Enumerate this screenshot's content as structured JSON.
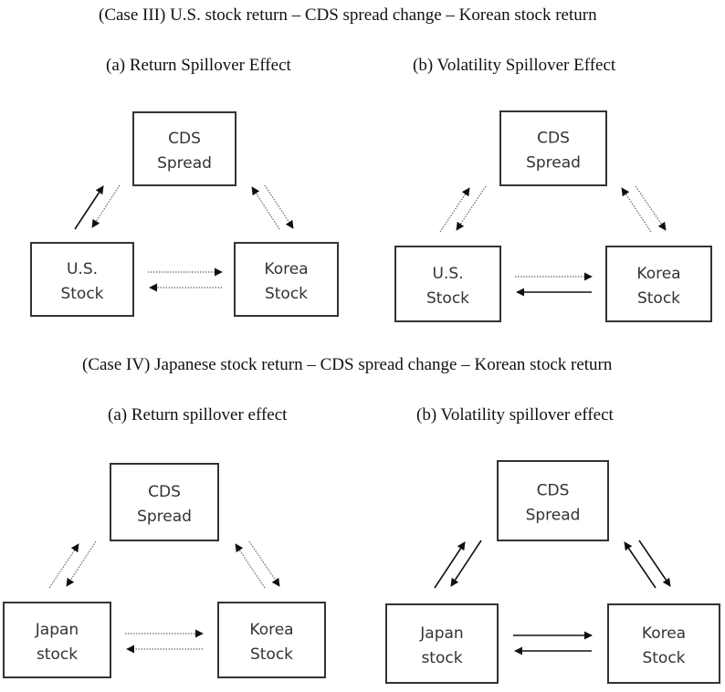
{
  "case3": {
    "title": "(Case III) U.S. stock return – CDS spread change – Korean stock return",
    "a": {
      "subtitle": "(a) Return Spillover Effect",
      "nodes": {
        "cds": [
          "CDS",
          "Spread"
        ],
        "left": [
          "U.S.",
          "Stock"
        ],
        "right": [
          "Korea",
          "Stock"
        ]
      },
      "edges": {
        "left_to_cds": "solid",
        "cds_to_left": "dotted",
        "right_to_cds": "dotted",
        "cds_to_right": "dotted",
        "left_to_right": "dotted",
        "right_to_left": "dotted"
      }
    },
    "b": {
      "subtitle": "(b) Volatility Spillover Effect",
      "nodes": {
        "cds": [
          "CDS",
          "Spread"
        ],
        "left": [
          "U.S.",
          "Stock"
        ],
        "right": [
          "Korea",
          "Stock"
        ]
      },
      "edges": {
        "left_to_cds": "dotted",
        "cds_to_left": "dotted",
        "right_to_cds": "dotted",
        "cds_to_right": "dotted",
        "left_to_right": "dotted",
        "right_to_left": "solid"
      }
    }
  },
  "case4": {
    "title": "(Case IV) Japanese stock return – CDS spread change – Korean stock return",
    "a": {
      "subtitle": "(a) Return spillover effect",
      "nodes": {
        "cds": [
          "CDS",
          "Spread"
        ],
        "left": [
          "Japan",
          "stock"
        ],
        "right": [
          "Korea",
          "Stock"
        ]
      },
      "edges": {
        "left_to_cds": "dotted",
        "cds_to_left": "dotted",
        "right_to_cds": "dotted",
        "cds_to_right": "dotted",
        "left_to_right": "dotted",
        "right_to_left": "dotted"
      }
    },
    "b": {
      "subtitle": "(b) Volatility spillover effect",
      "nodes": {
        "cds": [
          "CDS",
          "Spread"
        ],
        "left": [
          "Japan",
          "stock"
        ],
        "right": [
          "Korea",
          "Stock"
        ]
      },
      "edges": {
        "left_to_cds": "solid",
        "cds_to_left": "solid",
        "right_to_cds": "solid",
        "cds_to_right": "solid",
        "left_to_right": "solid",
        "right_to_left": "solid"
      }
    }
  }
}
